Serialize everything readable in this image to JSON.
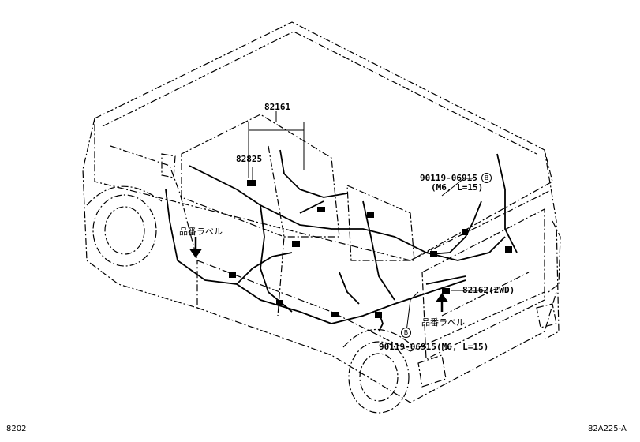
{
  "labels": {
    "part_82161": "82161",
    "part_82825": "82825",
    "part_82162": "82162(2WD)",
    "bolt_upper": "90119-06915",
    "bolt_upper_ref": "B",
    "bolt_lower": "90119-06915",
    "bolt_lower_spec": "(M6, L=15)",
    "bolt_lower_ref": "B",
    "bolt_upper_spec": "(M6, L=15)",
    "label_jp_left": "品番ラベル",
    "label_jp_right": "品番ラベル"
  },
  "footer": {
    "left_code": "8202",
    "right_code": "82A225-A"
  }
}
